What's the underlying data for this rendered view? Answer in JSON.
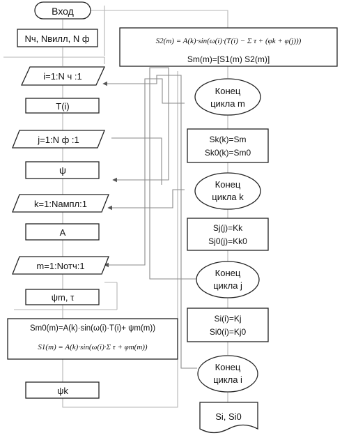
{
  "nodes": {
    "start": "Вход",
    "inputs": "Nч, Nвилл, N ф",
    "loop_i": "i=1:N ч :1",
    "t_i": "T(i)",
    "loop_j": "j=1:N ф :1",
    "psi": "ψ",
    "loop_k": "k=1:Nампл:1",
    "a": "A",
    "loop_m": "m=1:Nотч:1",
    "psi_m_tau": "ψm, τ",
    "sm0": "Sm0(m)=A(k)·sin(ω(i)·T(i)+ ψm(m))",
    "s1": "S1(m) = A(k)·sin(ω(i)·Σ τ + φm(m))",
    "psi_k": "ψk",
    "s2": "S2(m) = A(k)·sin(ω(i)·(T(i) − Σ τ + (φk + φ(j)))",
    "sm": "Sm(m)=[S1(m) S2(m)]",
    "end_m_1": "Конец",
    "end_m_2": "цикла m",
    "sk_1": "Sk(k)=Sm",
    "sk_2": "Sk0(k)=Sm0",
    "end_k_1": "Конец",
    "end_k_2": "цикла k",
    "sj_1": "Sj(j)=Kk",
    "sj_2": "Sj0(j)=Kk0",
    "end_j_1": "Конец",
    "end_j_2": "цикла j",
    "si_1": "Si(i)=Kj",
    "si_2": "Si0(i)=Kj0",
    "end_i_1": "Конец",
    "end_i_2": "цикла i",
    "output": "Si, Si0"
  }
}
